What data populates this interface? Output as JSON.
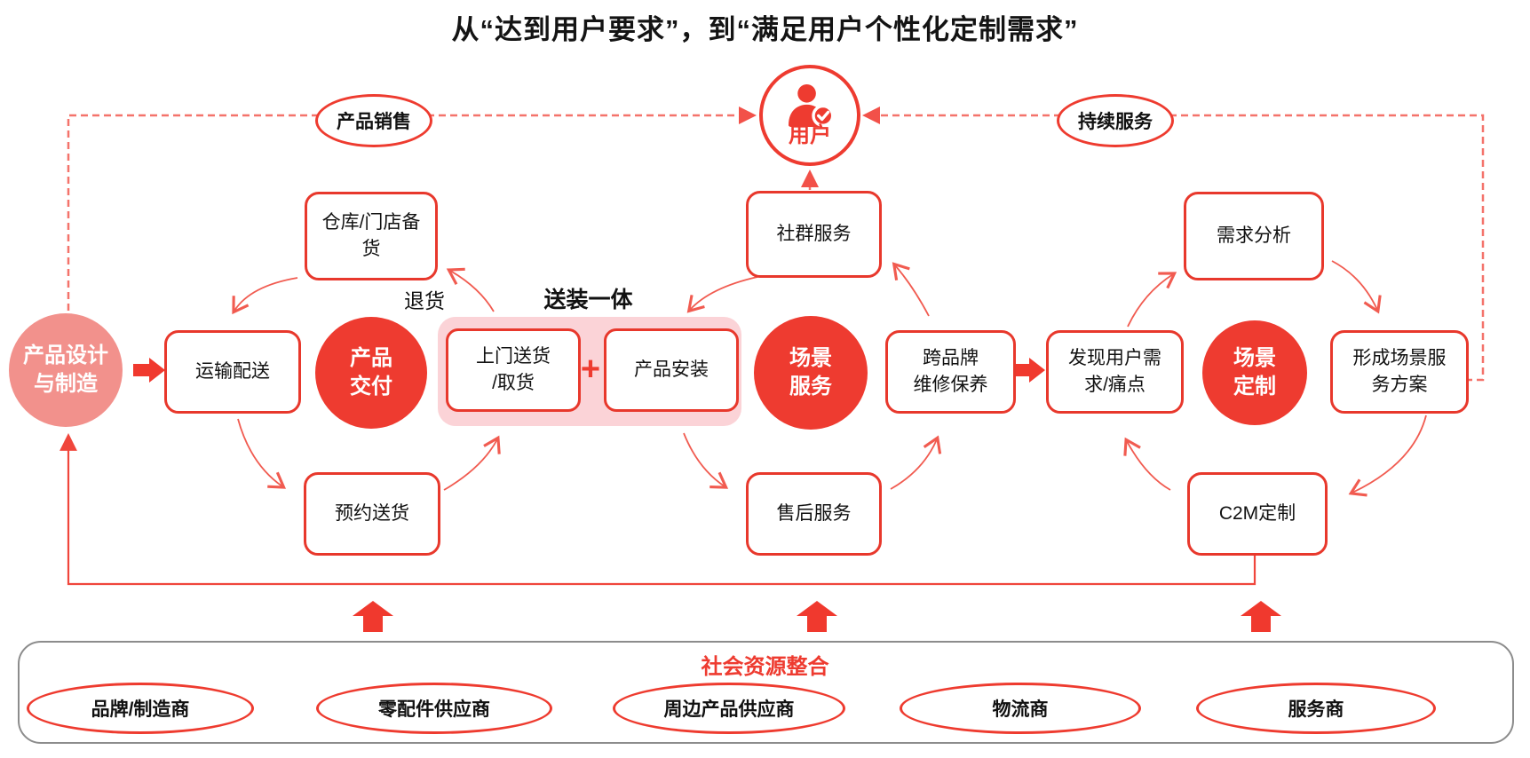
{
  "title": "从“达到用户要求”，到“满足用户个性化定制需求”",
  "colors": {
    "red": "#EE3B30",
    "pink_circle": "#F2918C",
    "pink_panel": "#FBD3D7",
    "dashed_line": "#F4736B",
    "bottom_border": "#8C8C8C"
  },
  "user": {
    "label": "用户",
    "icon": "user-check-icon"
  },
  "phase_labels": {
    "sales": "产品销售",
    "service": "持续服务"
  },
  "stages": {
    "design": "产品设计\n与制造",
    "delivery": "产品\n交付",
    "scene_service": "场景\n服务",
    "scene_custom": "场景\n定制"
  },
  "boxes": {
    "transport": "运输配送",
    "warehouse": "仓库/门店备\n货",
    "reserve": "预约送货",
    "door_delivery": "上门送货\n/取货",
    "install": "产品安装",
    "community": "社群服务",
    "after_sales": "售后服务",
    "cross_brand": "跨品牌\n维修保养",
    "discover": "发现用户需\n求/痛点",
    "demand_analysis": "需求分析",
    "c2m": "C2M定制",
    "scene_plan": "形成场景服\n务方案"
  },
  "annotations": {
    "return_goods": "退货",
    "delivery_install": "送装一体",
    "plus": "+"
  },
  "bottom": {
    "title": "社会资源整合",
    "suppliers": [
      "品牌/制造商",
      "零配件供应商",
      "周边产品供应商",
      "物流商",
      "服务商"
    ]
  }
}
